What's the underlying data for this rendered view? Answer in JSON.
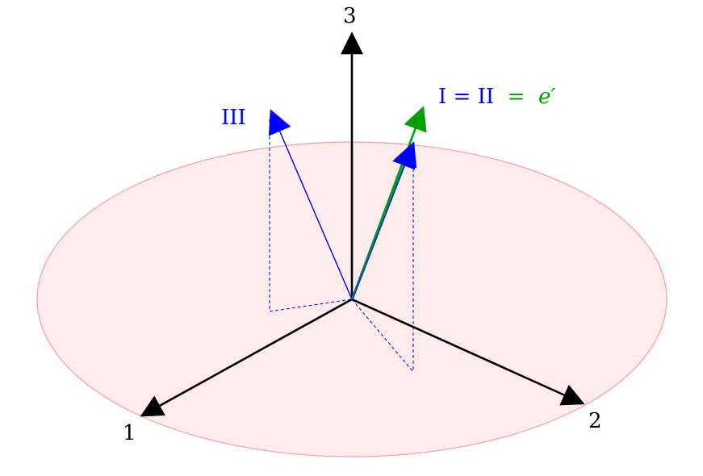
{
  "diagram": {
    "axes": [
      {
        "id": "axis-1",
        "label": "1"
      },
      {
        "id": "axis-2",
        "label": "2"
      },
      {
        "id": "axis-3",
        "label": "3"
      }
    ],
    "vector_labels": {
      "third": "III",
      "first_part": "I = II",
      "equals": " = ",
      "e_prime": "e′"
    },
    "colors": {
      "axes": "#000000",
      "principal_vectors": "#0000ff",
      "e_prime_vector": "#00a000",
      "ellipse_fill": "#fcecec",
      "ellipse_stroke": "#f4a0a0",
      "dashed": "#0000ff"
    }
  }
}
